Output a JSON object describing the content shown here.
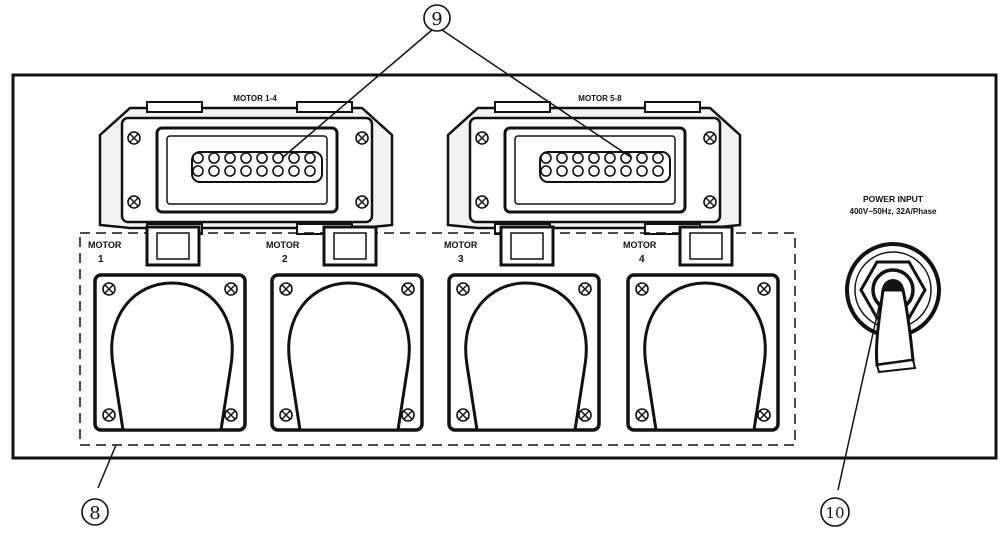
{
  "connectors": [
    {
      "label": "MOTOR 1-4"
    },
    {
      "label": "MOTOR 5-8"
    }
  ],
  "sockets": [
    {
      "word": "MOTOR",
      "number": "1"
    },
    {
      "word": "MOTOR",
      "number": "2"
    },
    {
      "word": "MOTOR",
      "number": "3"
    },
    {
      "word": "MOTOR",
      "number": "4"
    }
  ],
  "power_input": {
    "title": "POWER INPUT",
    "spec": "400V~50Hz, 32A/Phase"
  },
  "callouts": {
    "motor_outputs": "8",
    "multipin_connectors": "9",
    "power_cable": "10"
  }
}
